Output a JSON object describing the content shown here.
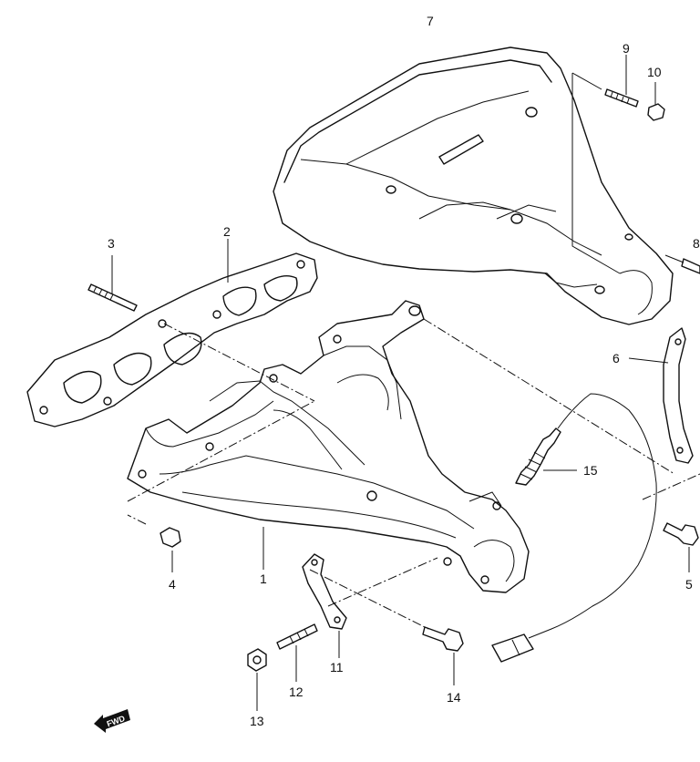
{
  "callouts": {
    "c1": "1",
    "c2": "2",
    "c3": "3",
    "c4": "4",
    "c5": "5",
    "c6": "6",
    "c7": "7",
    "c8": "8",
    "c9": "9",
    "c10": "10",
    "c11": "11",
    "c12": "12",
    "c13": "13",
    "c14": "14",
    "c15": "15"
  },
  "fwd_label": "FWD",
  "colors": {
    "line": "#111111",
    "background": "#ffffff"
  }
}
